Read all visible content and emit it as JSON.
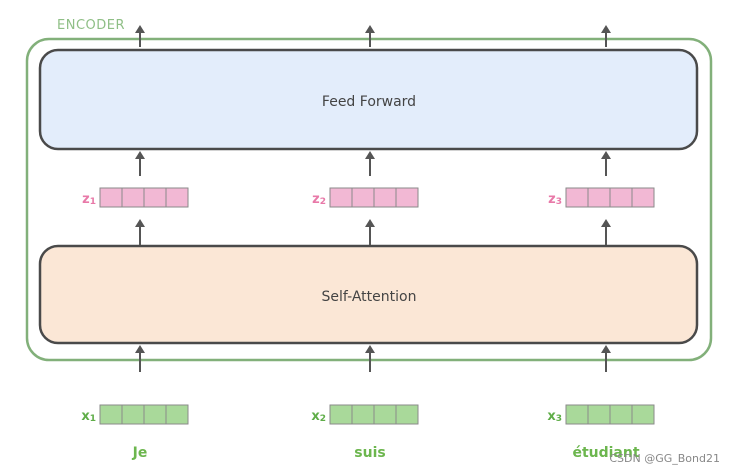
{
  "encoder": {
    "label": "ENCODER"
  },
  "feed_forward": {
    "label": "Feed Forward"
  },
  "self_attention": {
    "label": "Self-Attention"
  },
  "columns": [
    {
      "z_name": "z",
      "z_sub": "1",
      "x_name": "x",
      "x_sub": "1",
      "word": "Je"
    },
    {
      "z_name": "z",
      "z_sub": "2",
      "x_name": "x",
      "x_sub": "2",
      "word": "suis"
    },
    {
      "z_name": "z",
      "z_sub": "3",
      "x_name": "x",
      "x_sub": "3",
      "word": "étudiant"
    }
  ],
  "vector_cells": 4,
  "watermark": "CSDN @GG_Bond21",
  "colors": {
    "encoder_border": "#82b07a",
    "encoder_label": "#8fbf86",
    "block_border": "#4a4a4a",
    "feed_forward_fill": "#e3edfb",
    "self_attention_fill": "#fbe7d6",
    "z_fill": "#f2b8d4",
    "z_text": "#e879a8",
    "x_fill": "#a9d99a",
    "x_text": "#5fad48",
    "word_text": "#6cb64e",
    "arrow": "#555555",
    "block_text": "#444444",
    "watermark": "#888888"
  }
}
